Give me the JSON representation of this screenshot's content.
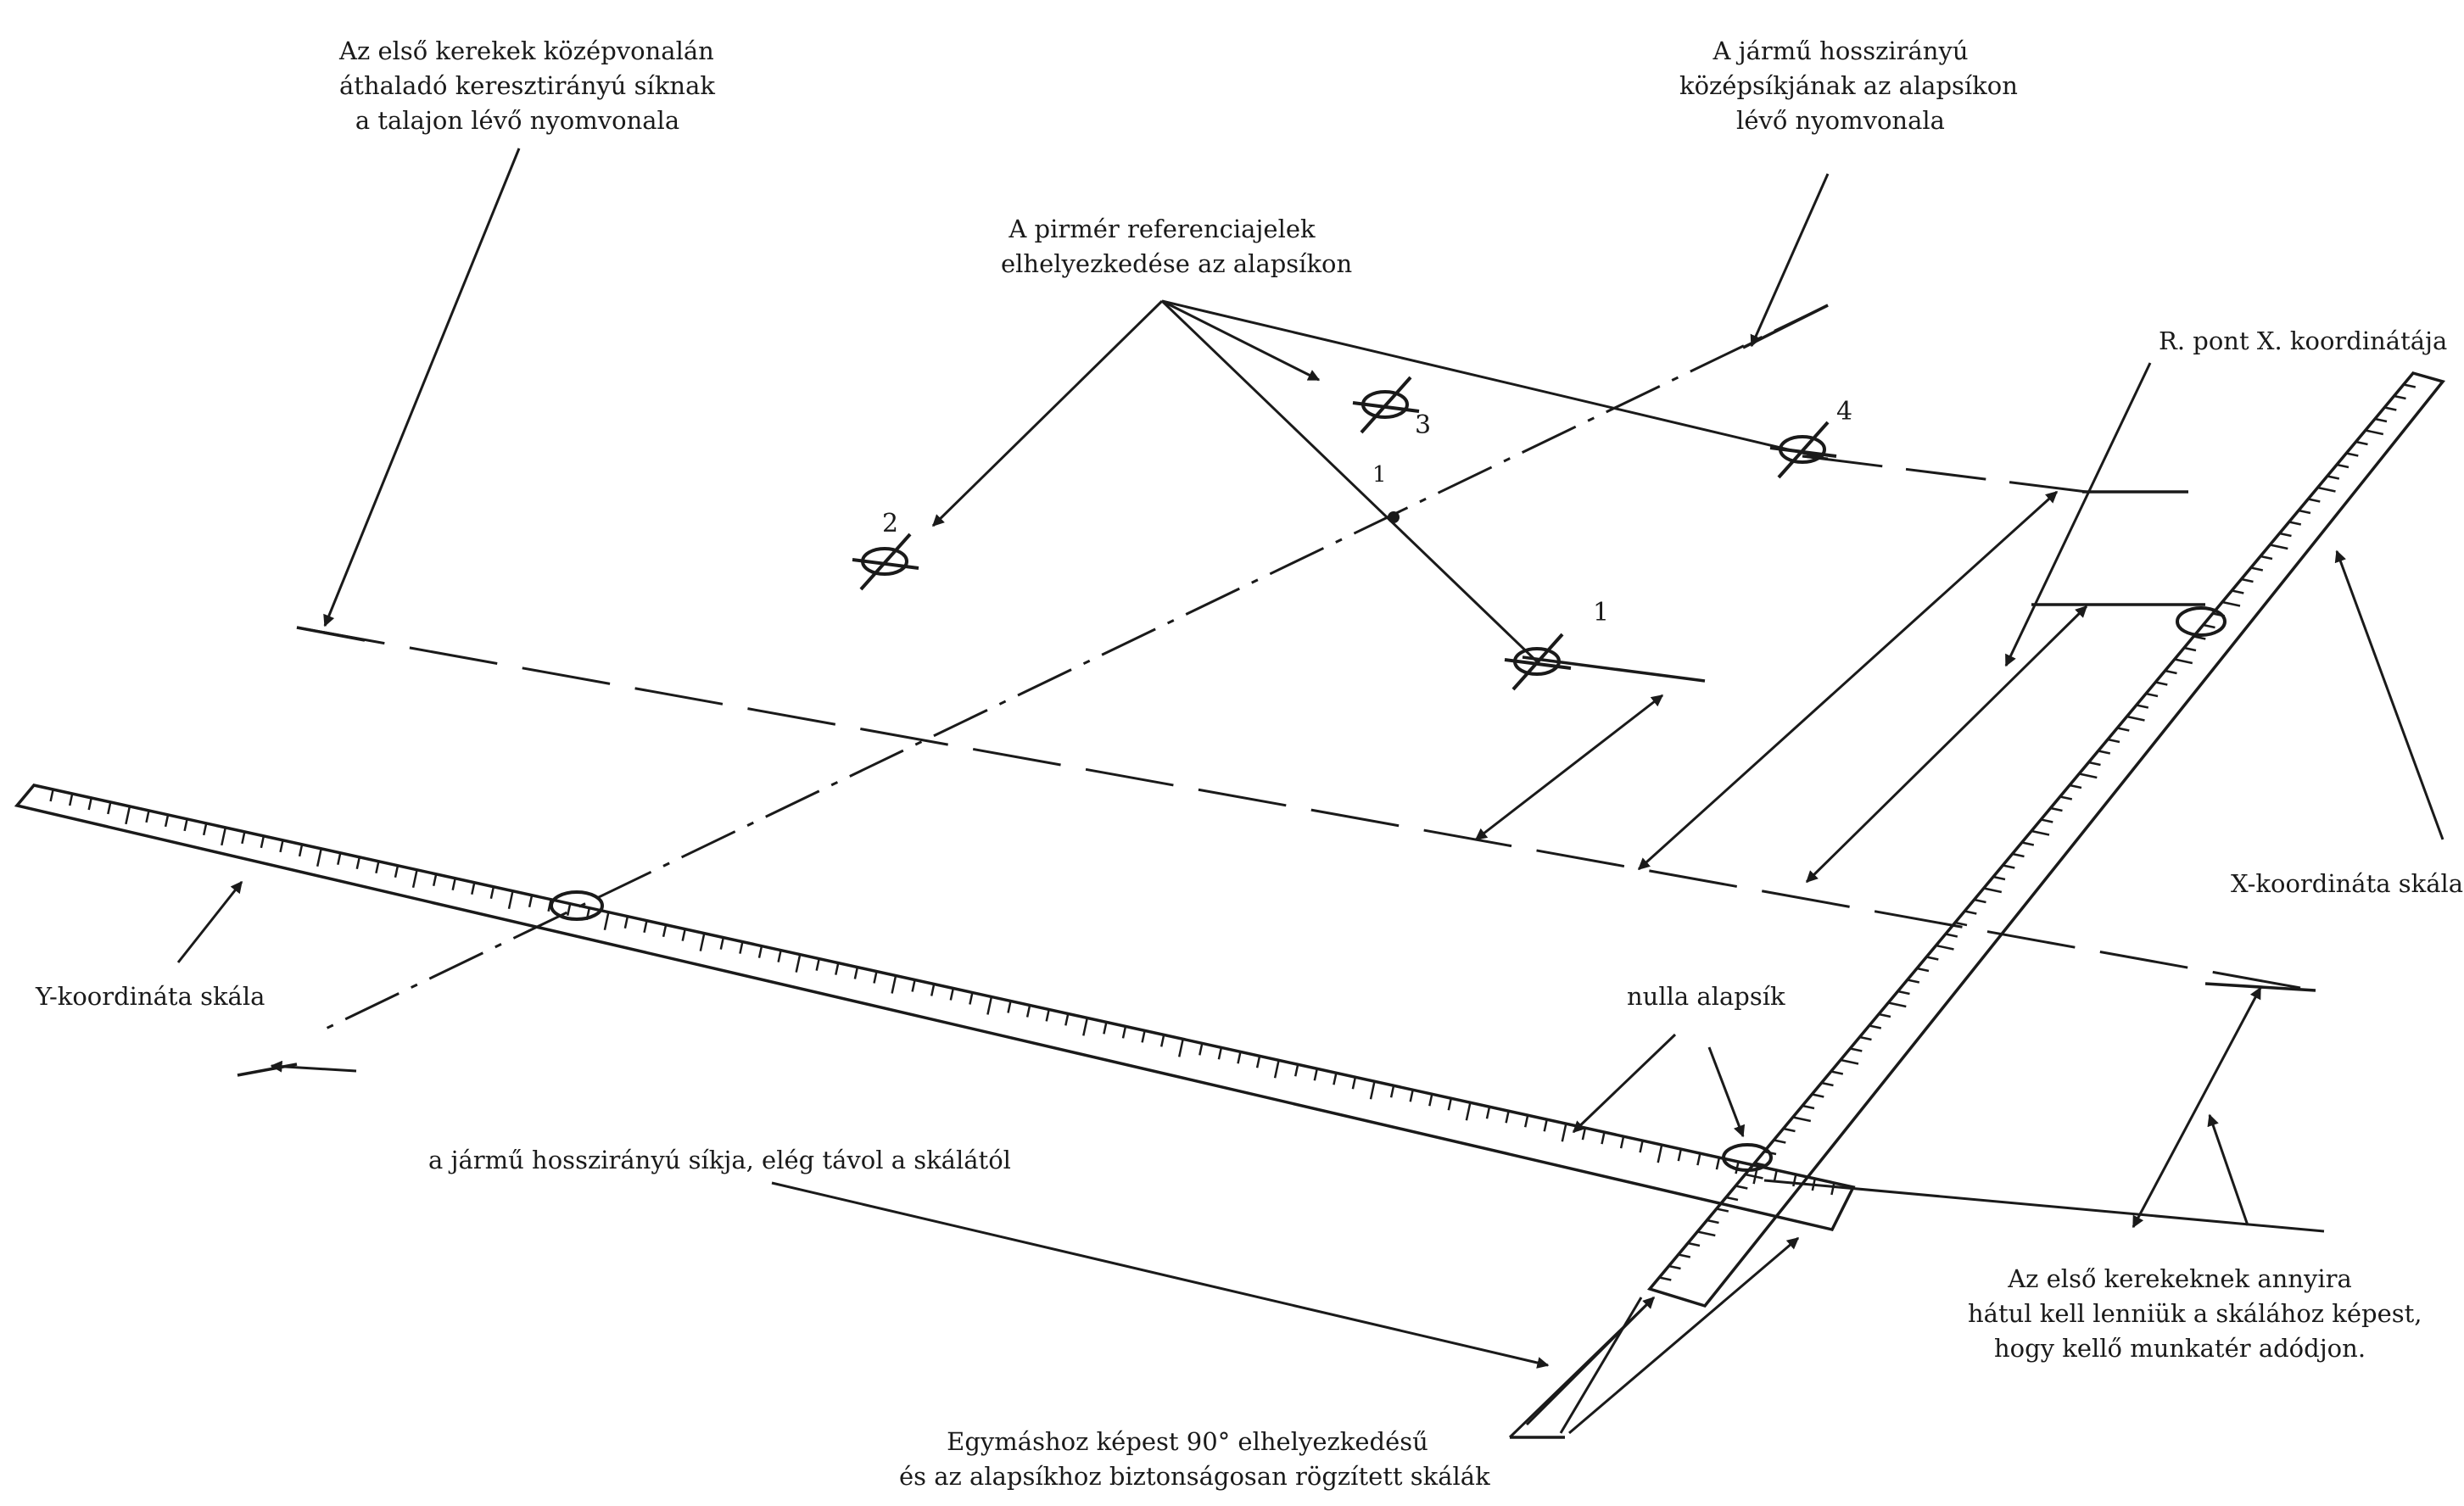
{
  "labels": {
    "front_axle": [
      "Az első kerekek középvonalán",
      "áthaladó keresztirányú síknak",
      "a talajon lévő nyomvonala"
    ],
    "centerline": [
      "A jármű hosszirányú",
      "középsíkjának az alapsíkon",
      "lévő nyomvonala"
    ],
    "primary_refs": [
      "A pirmér referenciajelek",
      "elhelyezkedése az alapsíkon"
    ],
    "r_point": "R. pont X. koordinátája",
    "x_scale": "X-koordináta skála",
    "y_scale": "Y-koordináta skála",
    "zero_plane": "nulla alapsík",
    "vehicle_plane": "a jármű hosszirányú síkja, elég távol a skálától",
    "front_wheels": [
      "Az első kerekeknek annyira",
      "hátul kell lenniük a skálához képest,",
      "hogy kellő munkatér adódjon."
    ],
    "scales_fixed": [
      "Egymáshoz képest 90° elhelyezkedésű",
      "és az alapsíkhoz biztonságosan rögzített skálák"
    ]
  },
  "markers": {
    "m1": "1",
    "m2": "2",
    "m3": "3",
    "m4": "4",
    "m1_small": "1"
  },
  "colors": {
    "ink": "#1a1a1a"
  }
}
